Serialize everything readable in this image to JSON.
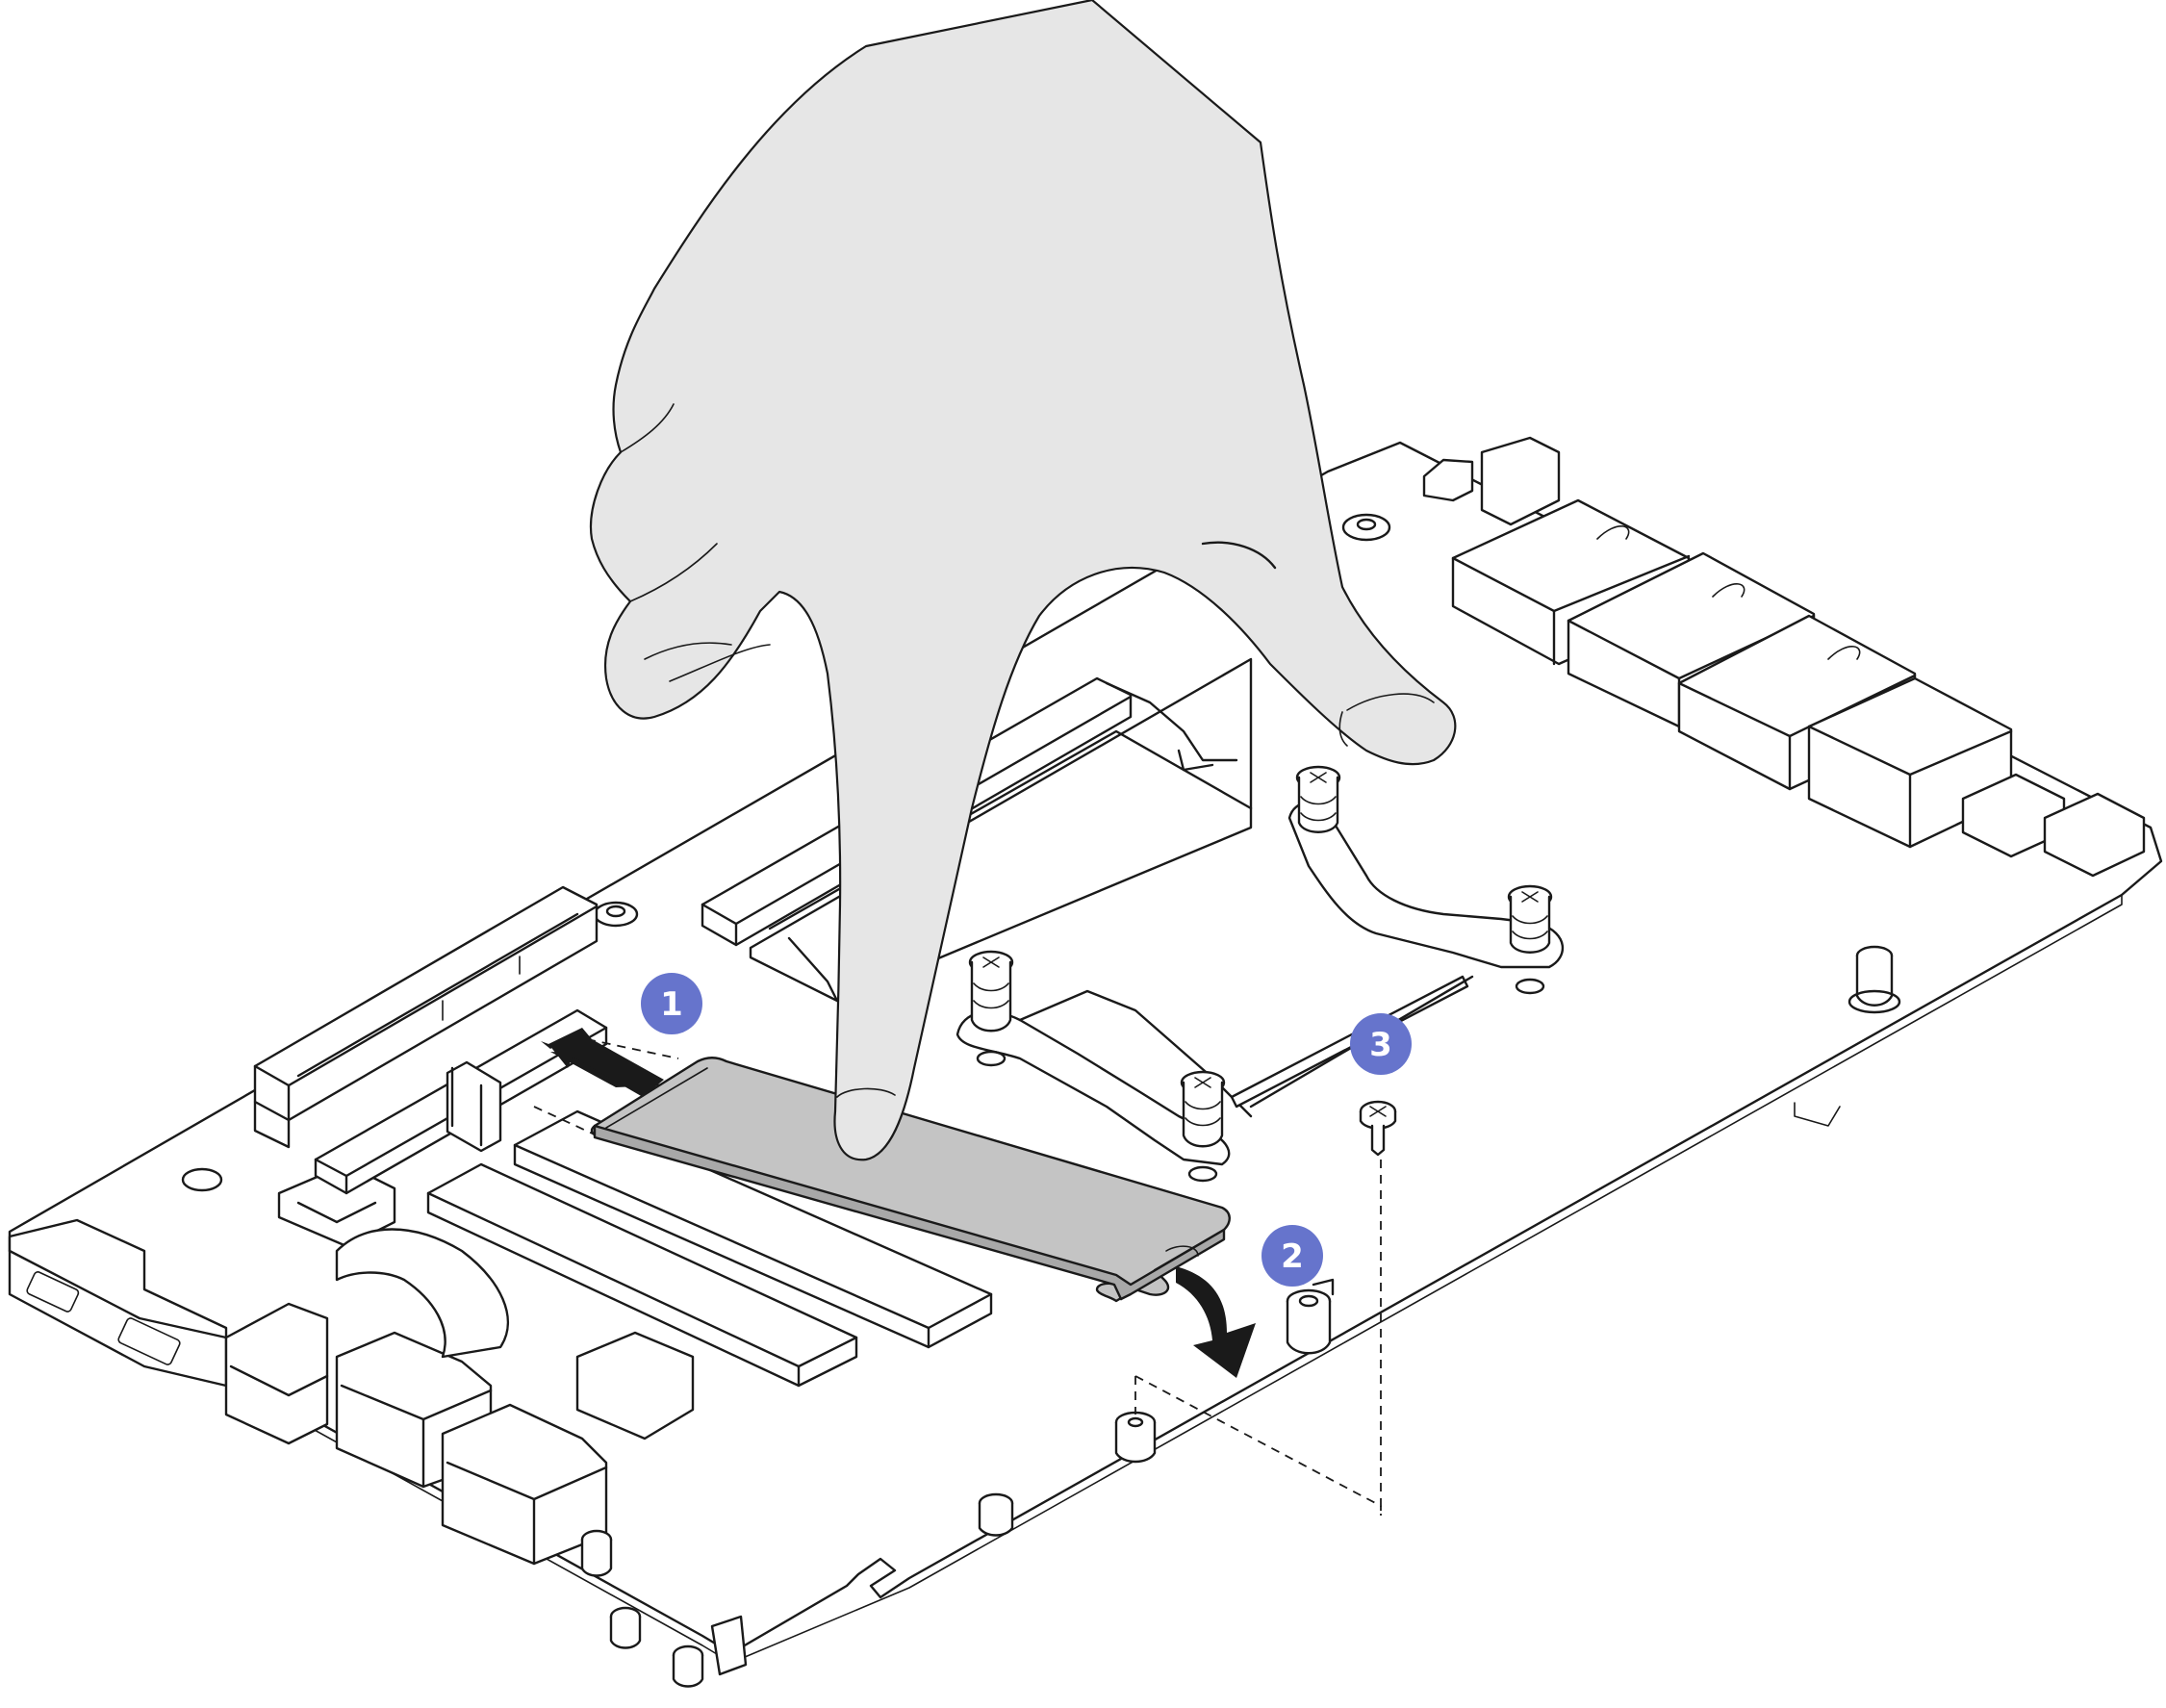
{
  "colors": {
    "callout": "#6674cc",
    "hand_fill": "#e6e6e6",
    "drive_fill": "#c4c4c4",
    "arrow": "#1a1a1a",
    "line": "#1a1a1a"
  },
  "callouts": [
    {
      "id": "step-1",
      "label": "1"
    },
    {
      "id": "step-2",
      "label": "2"
    },
    {
      "id": "step-3",
      "label": "3"
    }
  ],
  "icons": [
    "hand-icon",
    "m2-drive-icon",
    "screw-icon",
    "arrow-insert-icon",
    "arrow-rotate-icon"
  ]
}
